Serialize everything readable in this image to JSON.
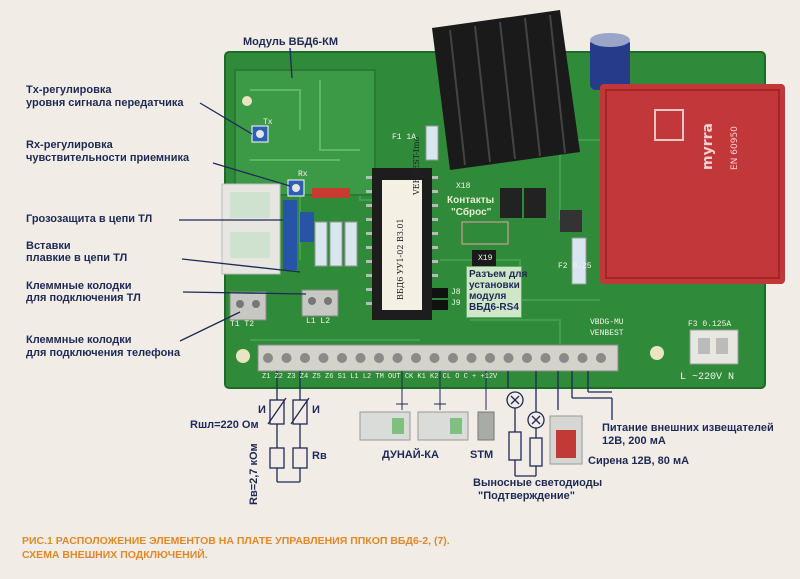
{
  "labels": {
    "module": "Модуль ВБД6-КМ",
    "tx_line1": "Tx-регулировка",
    "tx_line2": "уровня сигнала передатчика",
    "rx_line1": "Rx-регулировка",
    "rx_line2": "чувствительности приемника",
    "storm": "Грозозащита в цепи ТЛ",
    "fuse_line1": "Вставки",
    "fuse_line2": "плавкие в цепи ТЛ",
    "tl_terms_line1": "Клеммные колодки",
    "tl_terms_line2": "для подключения ТЛ",
    "phone_terms_line1": "Клеммные колодки",
    "phone_terms_line2": "для подключения телефона",
    "reset_line1": "Контакты",
    "reset_line2": "\"Сброс\"",
    "rs4_line1": "Разъем для",
    "rs4_line2": "установки",
    "rs4_line3": "модуля",
    "rs4_line4": "ВБД6-RS4",
    "rshl": "Rшл=220 Ом",
    "rv": "Rв",
    "rv_value": "Rв=2,7 кОм",
    "dunai": "ДУНАЙ-КА",
    "stm": "STM",
    "leds_line1": "Выносные светодиоды",
    "leds_line2": "\"Подтверждение\"",
    "power_line1": "Питание внешних извещателей",
    "power_line2": "12В, 200 мА",
    "siren": "Сирена 12В, 80 мА",
    "i_left": "И",
    "i_right": "И"
  },
  "board": {
    "chip_line1": "VEHBEST-Imo",
    "chip_line2": "ВБД6  УУ1-02  ВЗ.01",
    "transformer_brand": "myrra",
    "transformer_std": "EN 60950",
    "vbdg_mu": "VBDG-MU",
    "venbest": "VENBEST",
    "voltage": "L  ~220V  N",
    "f1": "F1 1A",
    "f3": "F3 0.125A",
    "f2": "F2 0.25",
    "tx": "Tx",
    "rx": "Rx",
    "j8": "J8",
    "j9": "J9",
    "x19": "X19",
    "x18": "X18",
    "t_terms": "T1 T2",
    "l_terms": "L1 L2",
    "terminal_labels": "Z1  Z2  Z3  Z4  Z5  Z6  S1  L1  L2  TM  OUT  CK  K1  K2  CL  O  C  +  +12V"
  },
  "caption": {
    "line1": "РИС.1  РАСПОЛОЖЕНИЕ ЭЛЕМЕНТОВ НА ПЛАТЕ УПРАВЛЕНИЯ ППКОП ВБД6-2, (7).",
    "line2": "СХЕМА ВНЕШНИХ ПОДКЛЮЧЕНИЙ."
  },
  "colors": {
    "pcb": "#2f8a3a",
    "label_text": "#1e2a55",
    "caption": "#e0882a",
    "transformer": "#c1373a",
    "leader": "#1e2a55"
  }
}
